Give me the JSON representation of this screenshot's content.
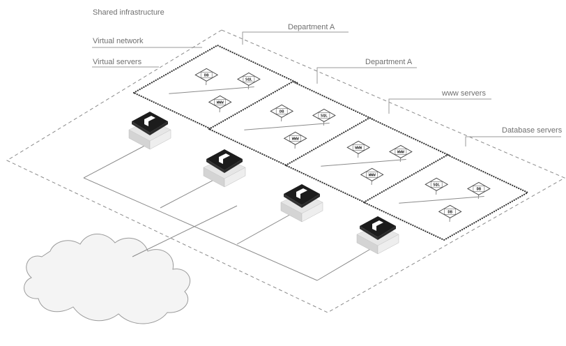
{
  "labels": {
    "shared_infrastructure": "Shared infrastructure",
    "virtual_network": "Virtual network",
    "virtual_servers": "Virtual servers",
    "department_a_1": "Department A",
    "department_a_2": "Department A",
    "www_servers": "www servers",
    "database_servers": "Database servers"
  },
  "groups": [
    {
      "servers": [
        "DB",
        "WWW",
        "SQL"
      ]
    },
    {
      "servers": [
        "DB",
        "WWW",
        "SQL"
      ]
    },
    {
      "servers": [
        "WWW",
        "WWW",
        "WWW"
      ]
    },
    {
      "servers": [
        "SQL",
        "DB",
        "DB"
      ]
    }
  ],
  "colors": {
    "line": "#8a8a8a",
    "dashed_border": "#8a8a8a",
    "dotted_border": "#333333",
    "appliance_top": "#1c1c1c",
    "appliance_base": "#e6e6e6",
    "cloud_fill": "#f4f4f4",
    "cloud_stroke": "#9a9a9a"
  },
  "icons": {
    "appliance": "hypervisor-appliance-icon",
    "cloud": "internet-cloud-icon",
    "server": "virtual-server-icon"
  }
}
